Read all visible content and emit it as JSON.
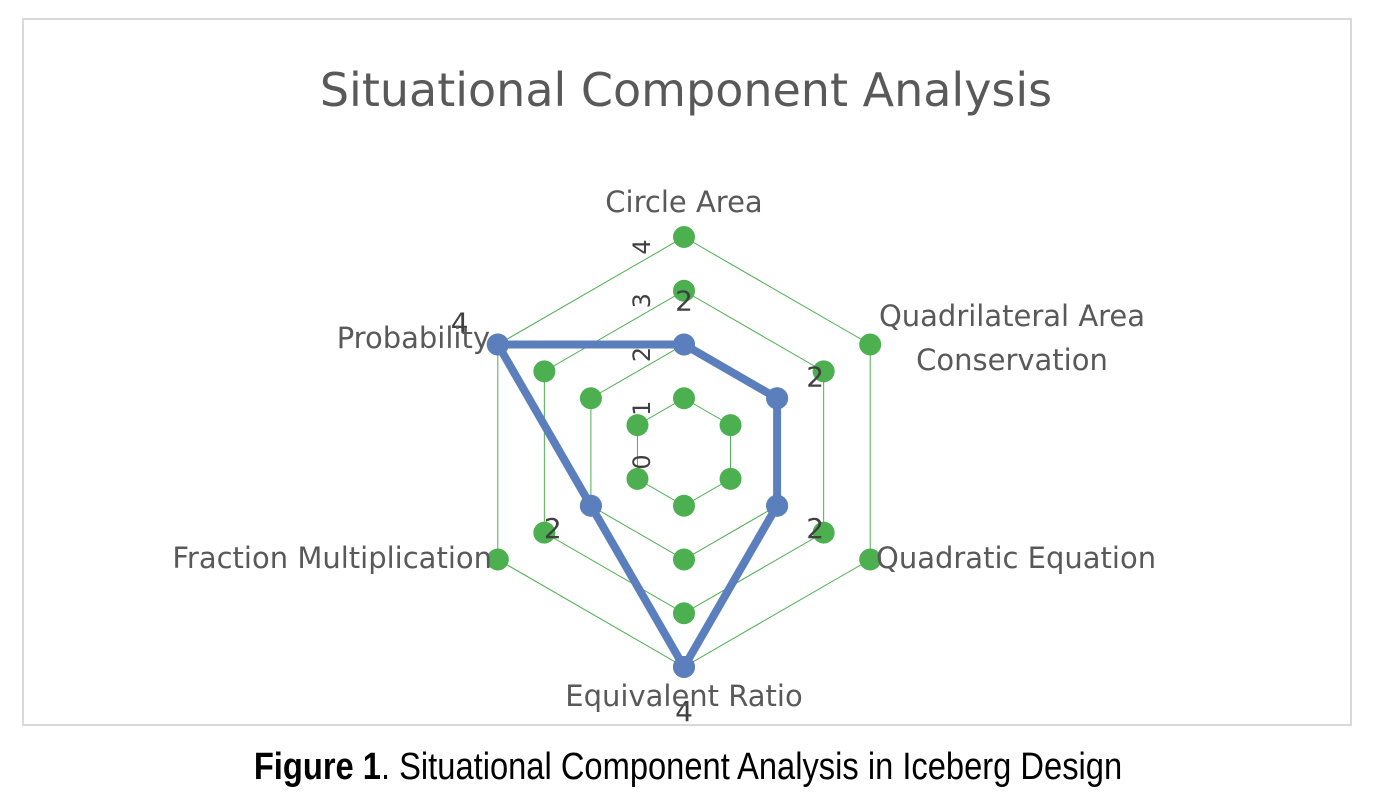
{
  "chart_data": {
    "type": "radar",
    "title": "Situational Component Analysis",
    "categories": [
      "Circle Area",
      "Quadrilateral Area Conservation",
      "Quadratic Equation",
      "Equivalent Ratio",
      "Fraction Multiplication",
      "Probability"
    ],
    "category_lines": [
      [
        "Circle Area"
      ],
      [
        "Quadrilateral Area",
        "Conservation"
      ],
      [
        "Quadratic Equation"
      ],
      [
        "Equivalent Ratio"
      ],
      [
        "Fraction Multiplication"
      ],
      [
        "Probability"
      ]
    ],
    "rlim": [
      0,
      4
    ],
    "rticks": [
      "0",
      "1",
      "2",
      "3",
      "4"
    ],
    "series": [
      {
        "values": [
          2,
          2,
          2,
          4,
          2,
          4
        ],
        "color": "#5b7fbd",
        "data_labels": true
      }
    ],
    "grid_color": "#4caf50",
    "grid_marker_color": "#4caf50",
    "legend": "none"
  },
  "caption": {
    "bold": "Figure 1",
    "text": ". Situational Component Analysis in Iceberg Design"
  }
}
